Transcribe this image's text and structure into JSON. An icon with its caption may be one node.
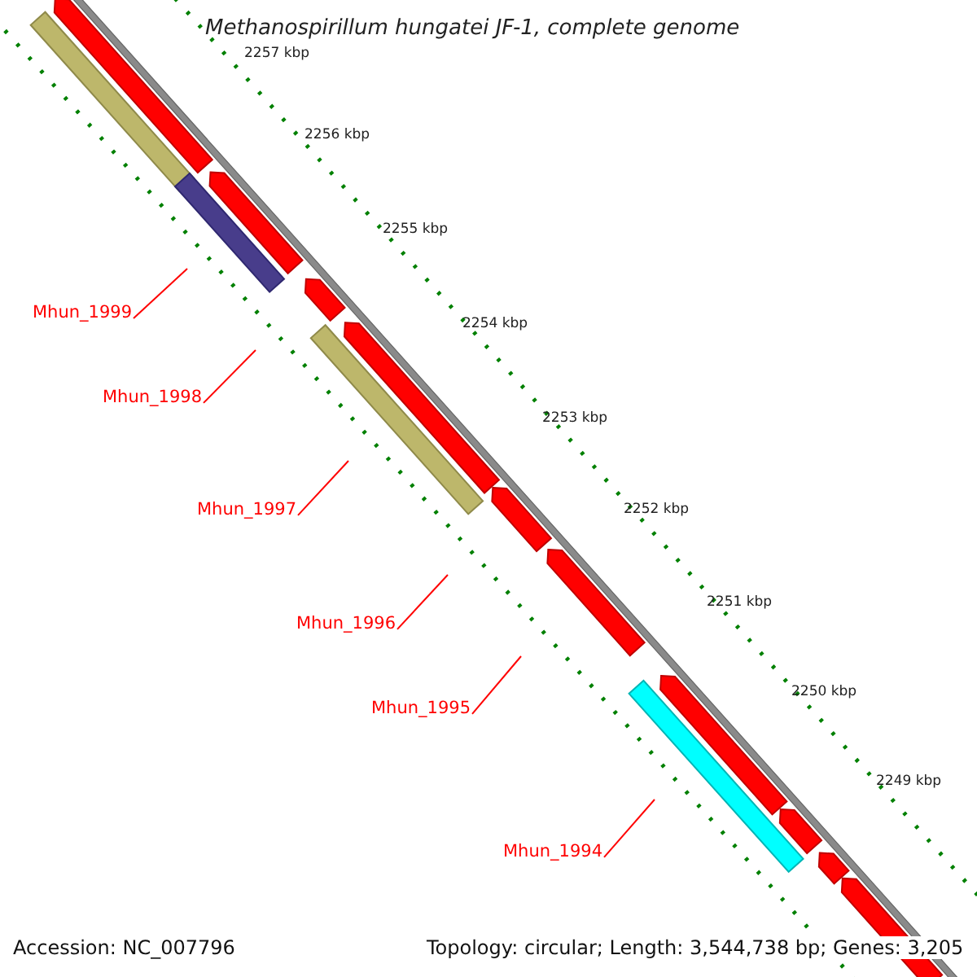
{
  "diagram": {
    "title": "Methanospirillum hungatei JF-1, complete genome",
    "nodes": [
      {
        "text": [
          "Mhun_1999"
        ]
      },
      {
        "text": [
          "Mhun_1998"
        ]
      },
      {
        "text": [
          "Mhun_1997"
        ]
      },
      {
        "text": [
          "Mhun_1996"
        ]
      },
      {
        "text": [
          "Mhun_1995"
        ]
      },
      {
        "text": [
          "Mhun_1994"
        ]
      }
    ],
    "edges": [
      {
        "from": 0,
        "to": null,
        "arrow": "none"
      },
      {
        "from": 1,
        "to": null,
        "arrow": "none"
      },
      {
        "from": 2,
        "to": null,
        "arrow": "none"
      },
      {
        "from": 3,
        "to": null,
        "arrow": "none"
      },
      {
        "from": 4,
        "to": null,
        "arrow": "none"
      },
      {
        "from": 5,
        "to": null,
        "arrow": "none"
      }
    ],
    "labels": [
      "2257 kbp",
      "2256 kbp",
      "2255 kbp",
      "2254 kbp",
      "2253 kbp",
      "2252 kbp",
      "2251 kbp",
      "2250 kbp",
      "2249 kbp",
      "Accession: NC_007796",
      "Topology: circular; Length: 3,544,738 bp; Genes: 3,205"
    ]
  }
}
